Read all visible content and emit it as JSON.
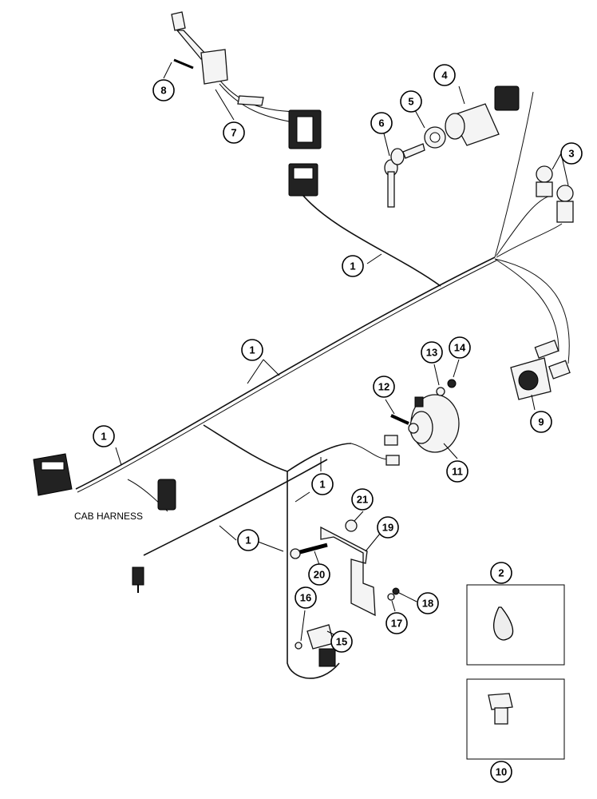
{
  "diagram": {
    "label_cab_harness": "CAB HARNESS",
    "callouts": [
      {
        "id": "c1a",
        "num": "1"
      },
      {
        "id": "c1b",
        "num": "1"
      },
      {
        "id": "c1c",
        "num": "1"
      },
      {
        "id": "c1d",
        "num": "1"
      },
      {
        "id": "c1e",
        "num": "1"
      },
      {
        "id": "c2",
        "num": "2"
      },
      {
        "id": "c3",
        "num": "3"
      },
      {
        "id": "c4",
        "num": "4"
      },
      {
        "id": "c5",
        "num": "5"
      },
      {
        "id": "c6",
        "num": "6"
      },
      {
        "id": "c7",
        "num": "7"
      },
      {
        "id": "c8",
        "num": "8"
      },
      {
        "id": "c9",
        "num": "9"
      },
      {
        "id": "c10",
        "num": "10"
      },
      {
        "id": "c11",
        "num": "11"
      },
      {
        "id": "c12",
        "num": "12"
      },
      {
        "id": "c13",
        "num": "13"
      },
      {
        "id": "c14",
        "num": "14"
      },
      {
        "id": "c15",
        "num": "15"
      },
      {
        "id": "c16",
        "num": "16"
      },
      {
        "id": "c17",
        "num": "17"
      },
      {
        "id": "c18",
        "num": "18"
      },
      {
        "id": "c19",
        "num": "19"
      },
      {
        "id": "c20",
        "num": "20"
      },
      {
        "id": "c21",
        "num": "21"
      }
    ]
  }
}
